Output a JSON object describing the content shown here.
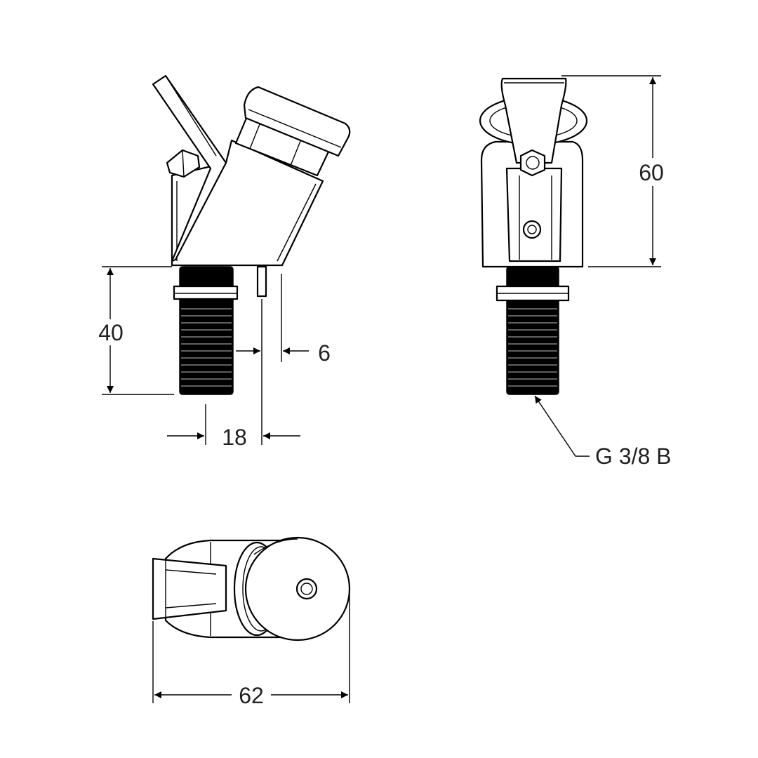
{
  "dimensions": {
    "height_40": "40",
    "offset_6": "6",
    "offset_18": "18",
    "height_60": "60",
    "thread": "G 3/8 B",
    "width_62": "62"
  }
}
